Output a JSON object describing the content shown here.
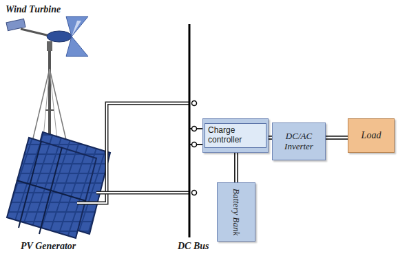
{
  "diagram": {
    "nodes": [
      {
        "text": [
          "Charge controller"
        ]
      },
      {
        "text": [
          "DC/AC Inverter"
        ]
      },
      {
        "text": [
          "Load"
        ]
      },
      {
        "text": [
          "Battery Bank"
        ]
      }
    ],
    "edges": [
      {
        "from": 0,
        "to": 1,
        "arrow": "none"
      },
      {
        "from": 1,
        "to": 2,
        "arrow": "none"
      },
      {
        "from": 0,
        "to": 3,
        "arrow": "none"
      }
    ],
    "labels": [
      "Wind Turbine",
      "PV Generator",
      "DC Bus"
    ]
  }
}
